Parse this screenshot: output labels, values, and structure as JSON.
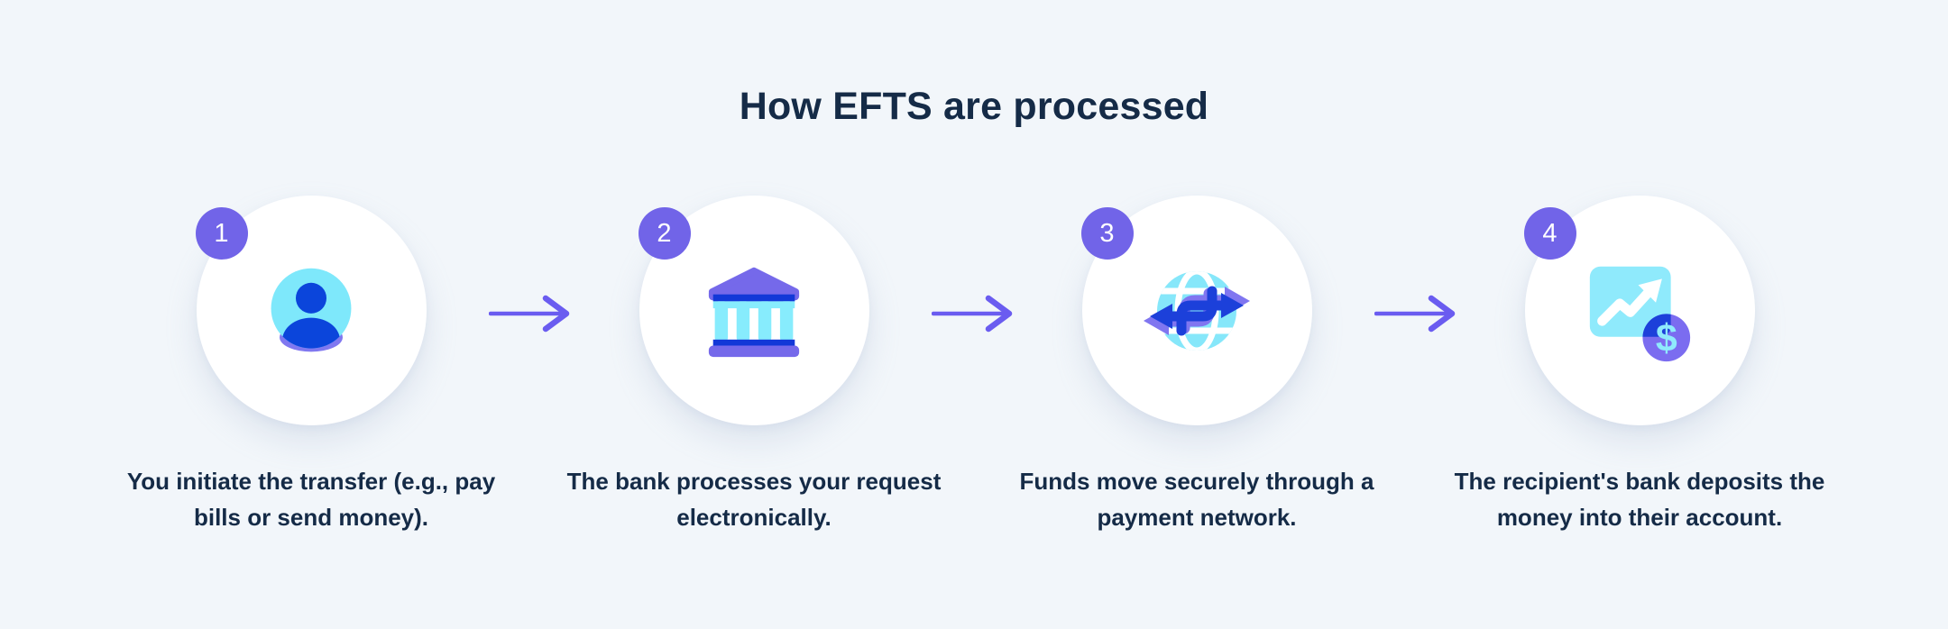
{
  "title": "How EFTS are processed",
  "steps": [
    {
      "number": "1",
      "icon": "user-icon",
      "caption": "You initiate the transfer (e.g., pay bills or send money)."
    },
    {
      "number": "2",
      "icon": "bank-icon",
      "caption": "The bank processes your request electronically."
    },
    {
      "number": "3",
      "icon": "payment-network-icon",
      "caption": "Funds move securely through a payment network."
    },
    {
      "number": "4",
      "icon": "deposit-chart-icon",
      "caption": "The recipient's bank deposits the money into their account."
    }
  ],
  "coin_symbol": "$",
  "colors": {
    "background": "#f2f6fa",
    "text_navy": "#152b47",
    "badge_purple": "#7164e8",
    "arrow_purple": "#6a5cf0",
    "icon_purple": "#7569ea",
    "icon_dark_blue": "#1040d8",
    "icon_cyan": "#8feafc",
    "circle_white": "#ffffff"
  }
}
